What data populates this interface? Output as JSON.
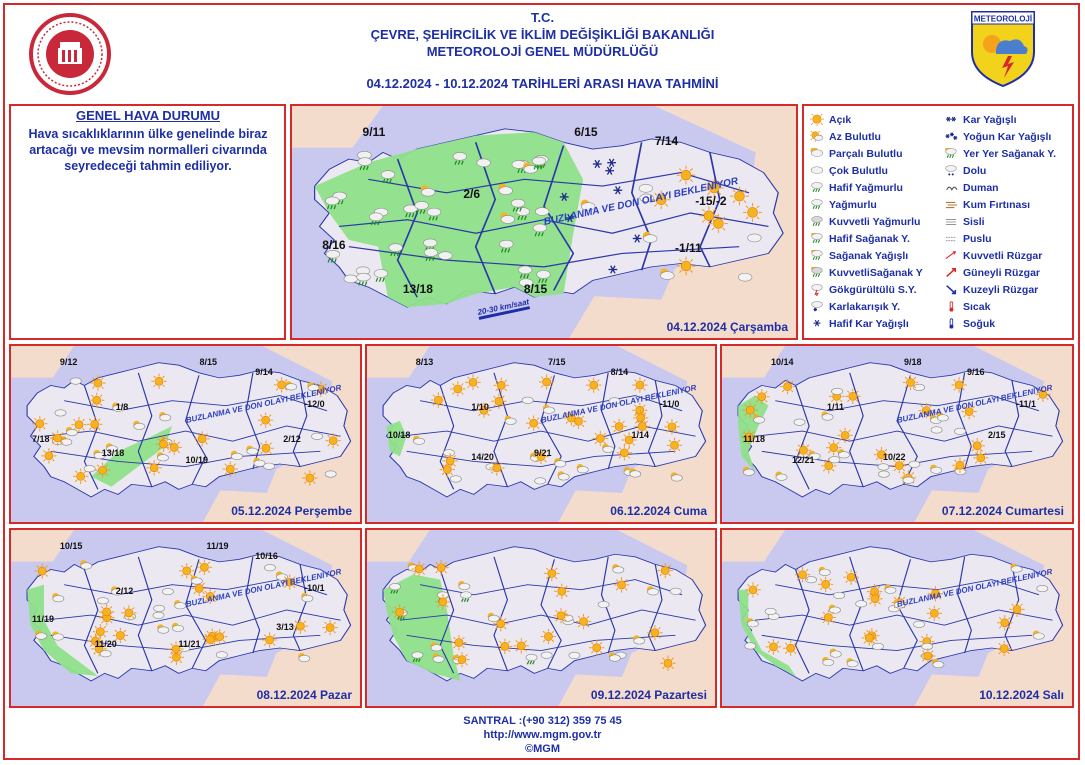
{
  "header": {
    "line1": "T.C.",
    "line2": "ÇEVRE, ŞEHİRCİLİK VE İKLİM DEĞİŞİKLİĞİ BAKANLIĞI",
    "line3": "METEOROLOJİ  GENEL  MÜDÜRLÜĞÜ",
    "date_range": "04.12.2024   -  10.12.2024    TARİHLERİ  ARASI  HAVA  TAHMİNİ",
    "logo_text": "METEOROLOJİ"
  },
  "general": {
    "title": "GENEL HAVA DURUMU",
    "text": "Hava sıcaklıklarının ülke genelinde biraz artacağı ve mevsim normalleri civarında seyredeceği tahmin ediliyor."
  },
  "frost_warning": "BUZLANMA VE DON OLAYI BEKLENİYOR",
  "wind_note": "20-30 km/saat",
  "days": [
    {
      "label": "04.12.2024 Çarşamba",
      "temps": [
        "9/11",
        "6/15",
        "7/14",
        "2/6",
        "-15/-2",
        "8/16",
        "-1/11",
        "13/18",
        "8/15"
      ]
    },
    {
      "label": "05.12.2024 Perşembe",
      "temps": [
        "9/12",
        "8/15",
        "9/14",
        "1/8",
        "-12/0",
        "7/18",
        "2/12",
        "13/18",
        "10/19"
      ]
    },
    {
      "label": "06.12.2024 Cuma",
      "temps": [
        "8/13",
        "7/15",
        "8/14",
        "1/10",
        "-11/0",
        "10/18",
        "1/14",
        "14/20",
        "9/21"
      ]
    },
    {
      "label": "07.12.2024 Cumartesi",
      "temps": [
        "10/14",
        "9/18",
        "9/16",
        "1/11",
        "-11/1",
        "11/18",
        "2/15",
        "12/21",
        "10/22"
      ]
    },
    {
      "label": "08.12.2024 Pazar",
      "temps": [
        "10/15",
        "11/19",
        "10/16",
        "2/12",
        "-10/1",
        "11/19",
        "3/13",
        "11/20",
        "11/21"
      ]
    },
    {
      "label": "09.12.2024 Pazartesi",
      "temps": []
    },
    {
      "label": "10.12.2024 Salı",
      "temps": []
    }
  ],
  "legend": [
    {
      "label": "Açık",
      "icon": "sun-icon"
    },
    {
      "label": "Az Bulutlu",
      "icon": "partly-sun-icon"
    },
    {
      "label": "Parçalı Bulutlu",
      "icon": "partly-cloudy-icon"
    },
    {
      "label": "Çok Bulutlu",
      "icon": "cloudy-icon"
    },
    {
      "label": "Hafif Yağmurlu",
      "icon": "light-rain-icon"
    },
    {
      "label": "Yağmurlu",
      "icon": "rain-icon"
    },
    {
      "label": "Kuvvetli Yağmurlu",
      "icon": "heavy-rain-icon"
    },
    {
      "label": "Hafif Sağanak Y.",
      "icon": "light-shower-icon"
    },
    {
      "label": "Sağanak Yağışlı",
      "icon": "shower-icon"
    },
    {
      "label": "KuvvetliSağanak Y",
      "icon": "heavy-shower-icon"
    },
    {
      "label": "Gökgürültülü S.Y.",
      "icon": "thunderstorm-icon"
    },
    {
      "label": "Karlakarışık Y.",
      "icon": "sleet-icon"
    },
    {
      "label": "Hafif Kar Yağışlı",
      "icon": "light-snow-icon"
    },
    {
      "label": "Kar Yağışlı",
      "icon": "snow-icon"
    },
    {
      "label": "Yoğun Kar Yağışlı",
      "icon": "heavy-snow-icon"
    },
    {
      "label": "Yer Yer Sağanak Y.",
      "icon": "scattered-shower-icon"
    },
    {
      "label": "Dolu",
      "icon": "hail-icon"
    },
    {
      "label": "Duman",
      "icon": "smoke-icon"
    },
    {
      "label": "Kum Fırtınası",
      "icon": "sandstorm-icon"
    },
    {
      "label": "Sisli",
      "icon": "fog-icon"
    },
    {
      "label": "Puslu",
      "icon": "haze-icon"
    },
    {
      "label": "Kuvvetli Rüzgar",
      "icon": "strong-wind-icon"
    },
    {
      "label": "Güneyli Rüzgar",
      "icon": "south-wind-icon"
    },
    {
      "label": "Kuzeyli Rüzgar",
      "icon": "north-wind-icon"
    },
    {
      "label": "Sıcak",
      "icon": "hot-icon"
    },
    {
      "label": "Soğuk",
      "icon": "cold-icon"
    }
  ],
  "footer": {
    "phone": "SANTRAL :(+90 312) 359 75 45",
    "url": "http://www.mgm.gov.tr",
    "copyright": "©MGM"
  },
  "colors": {
    "accent_red": "#d42a2a",
    "text_blue": "#1e2fa6",
    "land": "#ece8f2",
    "sea": "#c9c9f0",
    "neighbor": "#f4dccd",
    "green": "#8fe08a"
  }
}
